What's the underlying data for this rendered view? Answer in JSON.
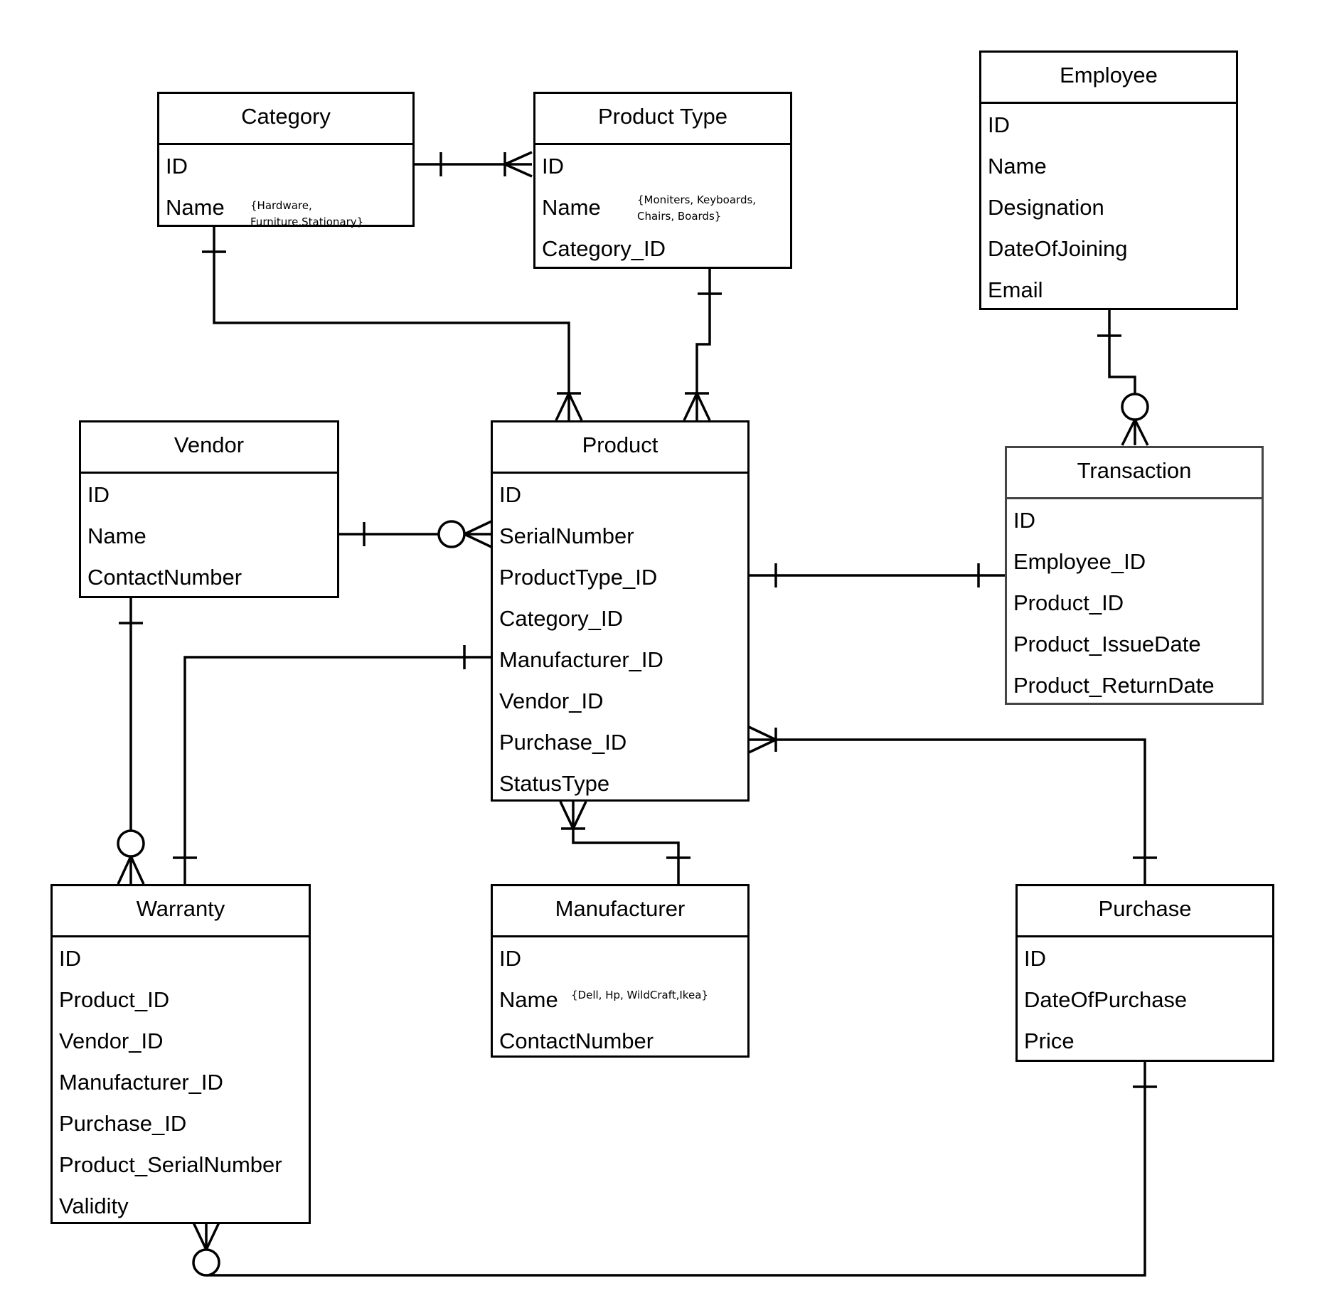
{
  "entities": {
    "category": {
      "title": "Category",
      "attrs": [
        "ID",
        "Name"
      ],
      "note_line1": "{Hardware,",
      "note_line2": "Furniture,Stationary}"
    },
    "product_type": {
      "title": "Product Type",
      "attrs": [
        "ID",
        "Name",
        "Category_ID"
      ],
      "note_line1": "{Moniters, Keyboards,",
      "note_line2": "Chairs, Boards}"
    },
    "employee": {
      "title": "Employee",
      "attrs": [
        "ID",
        "Name",
        "Designation",
        "DateOfJoining",
        "Email"
      ]
    },
    "vendor": {
      "title": "Vendor",
      "attrs": [
        "ID",
        "Name",
        "ContactNumber"
      ]
    },
    "product": {
      "title": "Product",
      "attrs": [
        "ID",
        "SerialNumber",
        "ProductType_ID",
        "Category_ID",
        "Manufacturer_ID",
        "Vendor_ID",
        "Purchase_ID",
        "StatusType"
      ]
    },
    "transaction": {
      "title": "Transaction",
      "attrs": [
        "ID",
        "Employee_ID",
        "Product_ID",
        "Product_IssueDate",
        "Product_ReturnDate"
      ]
    },
    "warranty": {
      "title": "Warranty",
      "attrs": [
        "ID",
        "Product_ID",
        "Vendor_ID",
        "Manufacturer_ID",
        "Purchase_ID",
        "Product_SerialNumber",
        "Validity"
      ]
    },
    "manufacturer": {
      "title": "Manufacturer",
      "attrs": [
        "ID",
        "Name",
        "ContactNumber"
      ],
      "note_line1": "{Dell, Hp, WildCraft,Ikea}"
    },
    "purchase": {
      "title": "Purchase",
      "attrs": [
        "ID",
        "DateOfPurchase",
        "Price"
      ]
    }
  },
  "relationships": [
    {
      "name": "category-product_type",
      "from": "Category",
      "from_end": "one",
      "to": "Product Type",
      "to_end": "one-or-many"
    },
    {
      "name": "category-product",
      "from": "Category",
      "from_end": "one",
      "to": "Product",
      "to_end": "one-or-many"
    },
    {
      "name": "product_type-product",
      "from": "Product Type",
      "from_end": "one",
      "to": "Product",
      "to_end": "one-or-many"
    },
    {
      "name": "employee-transaction",
      "from": "Employee",
      "from_end": "one",
      "to": "Transaction",
      "to_end": "zero-or-many"
    },
    {
      "name": "vendor-product",
      "from": "Vendor",
      "from_end": "one",
      "to": "Product",
      "to_end": "zero-or-many"
    },
    {
      "name": "product-transaction",
      "from": "Product",
      "from_end": "one",
      "to": "Transaction",
      "to_end": "one"
    },
    {
      "name": "vendor-warranty",
      "from": "Vendor",
      "from_end": "one",
      "to": "Warranty",
      "to_end": "zero-or-many"
    },
    {
      "name": "product-warranty",
      "from": "Product",
      "from_end": "one",
      "to": "Warranty",
      "to_end": "one"
    },
    {
      "name": "purchase-product",
      "from": "Purchase",
      "from_end": "one",
      "to": "Product",
      "to_end": "one-or-many"
    },
    {
      "name": "manufacturer-product",
      "from": "Manufacturer",
      "from_end": "one",
      "to": "Product",
      "to_end": "one-or-many"
    },
    {
      "name": "purchase-warranty",
      "from": "Purchase",
      "from_end": "one",
      "to": "Warranty",
      "to_end": "zero-or-many"
    }
  ]
}
